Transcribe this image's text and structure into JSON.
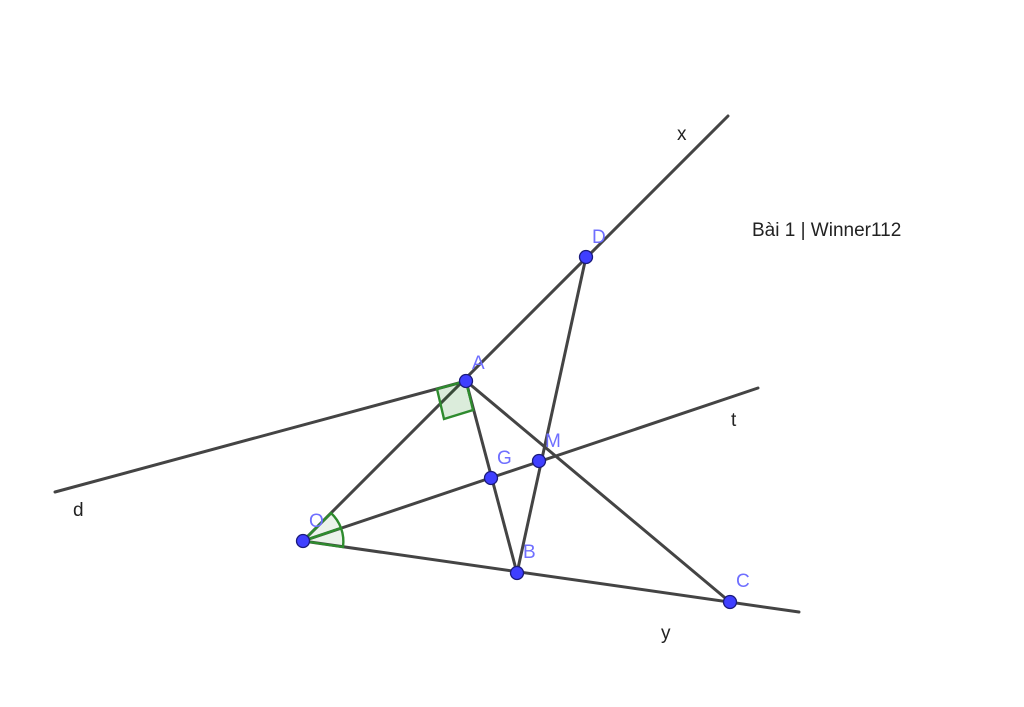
{
  "caption": "Bài 1 | Winner112",
  "point_labels": {
    "A": "A",
    "B": "B",
    "C": "C",
    "D": "D",
    "G": "G",
    "M": "M",
    "O": "O"
  },
  "line_labels": {
    "x": "x",
    "y": "y",
    "t": "t",
    "d": "d"
  },
  "colors": {
    "point_fill": "#3f3fff",
    "point_label": "#6f6fff",
    "segment": "#444444",
    "angle_mark": "#2e8b2e"
  }
}
